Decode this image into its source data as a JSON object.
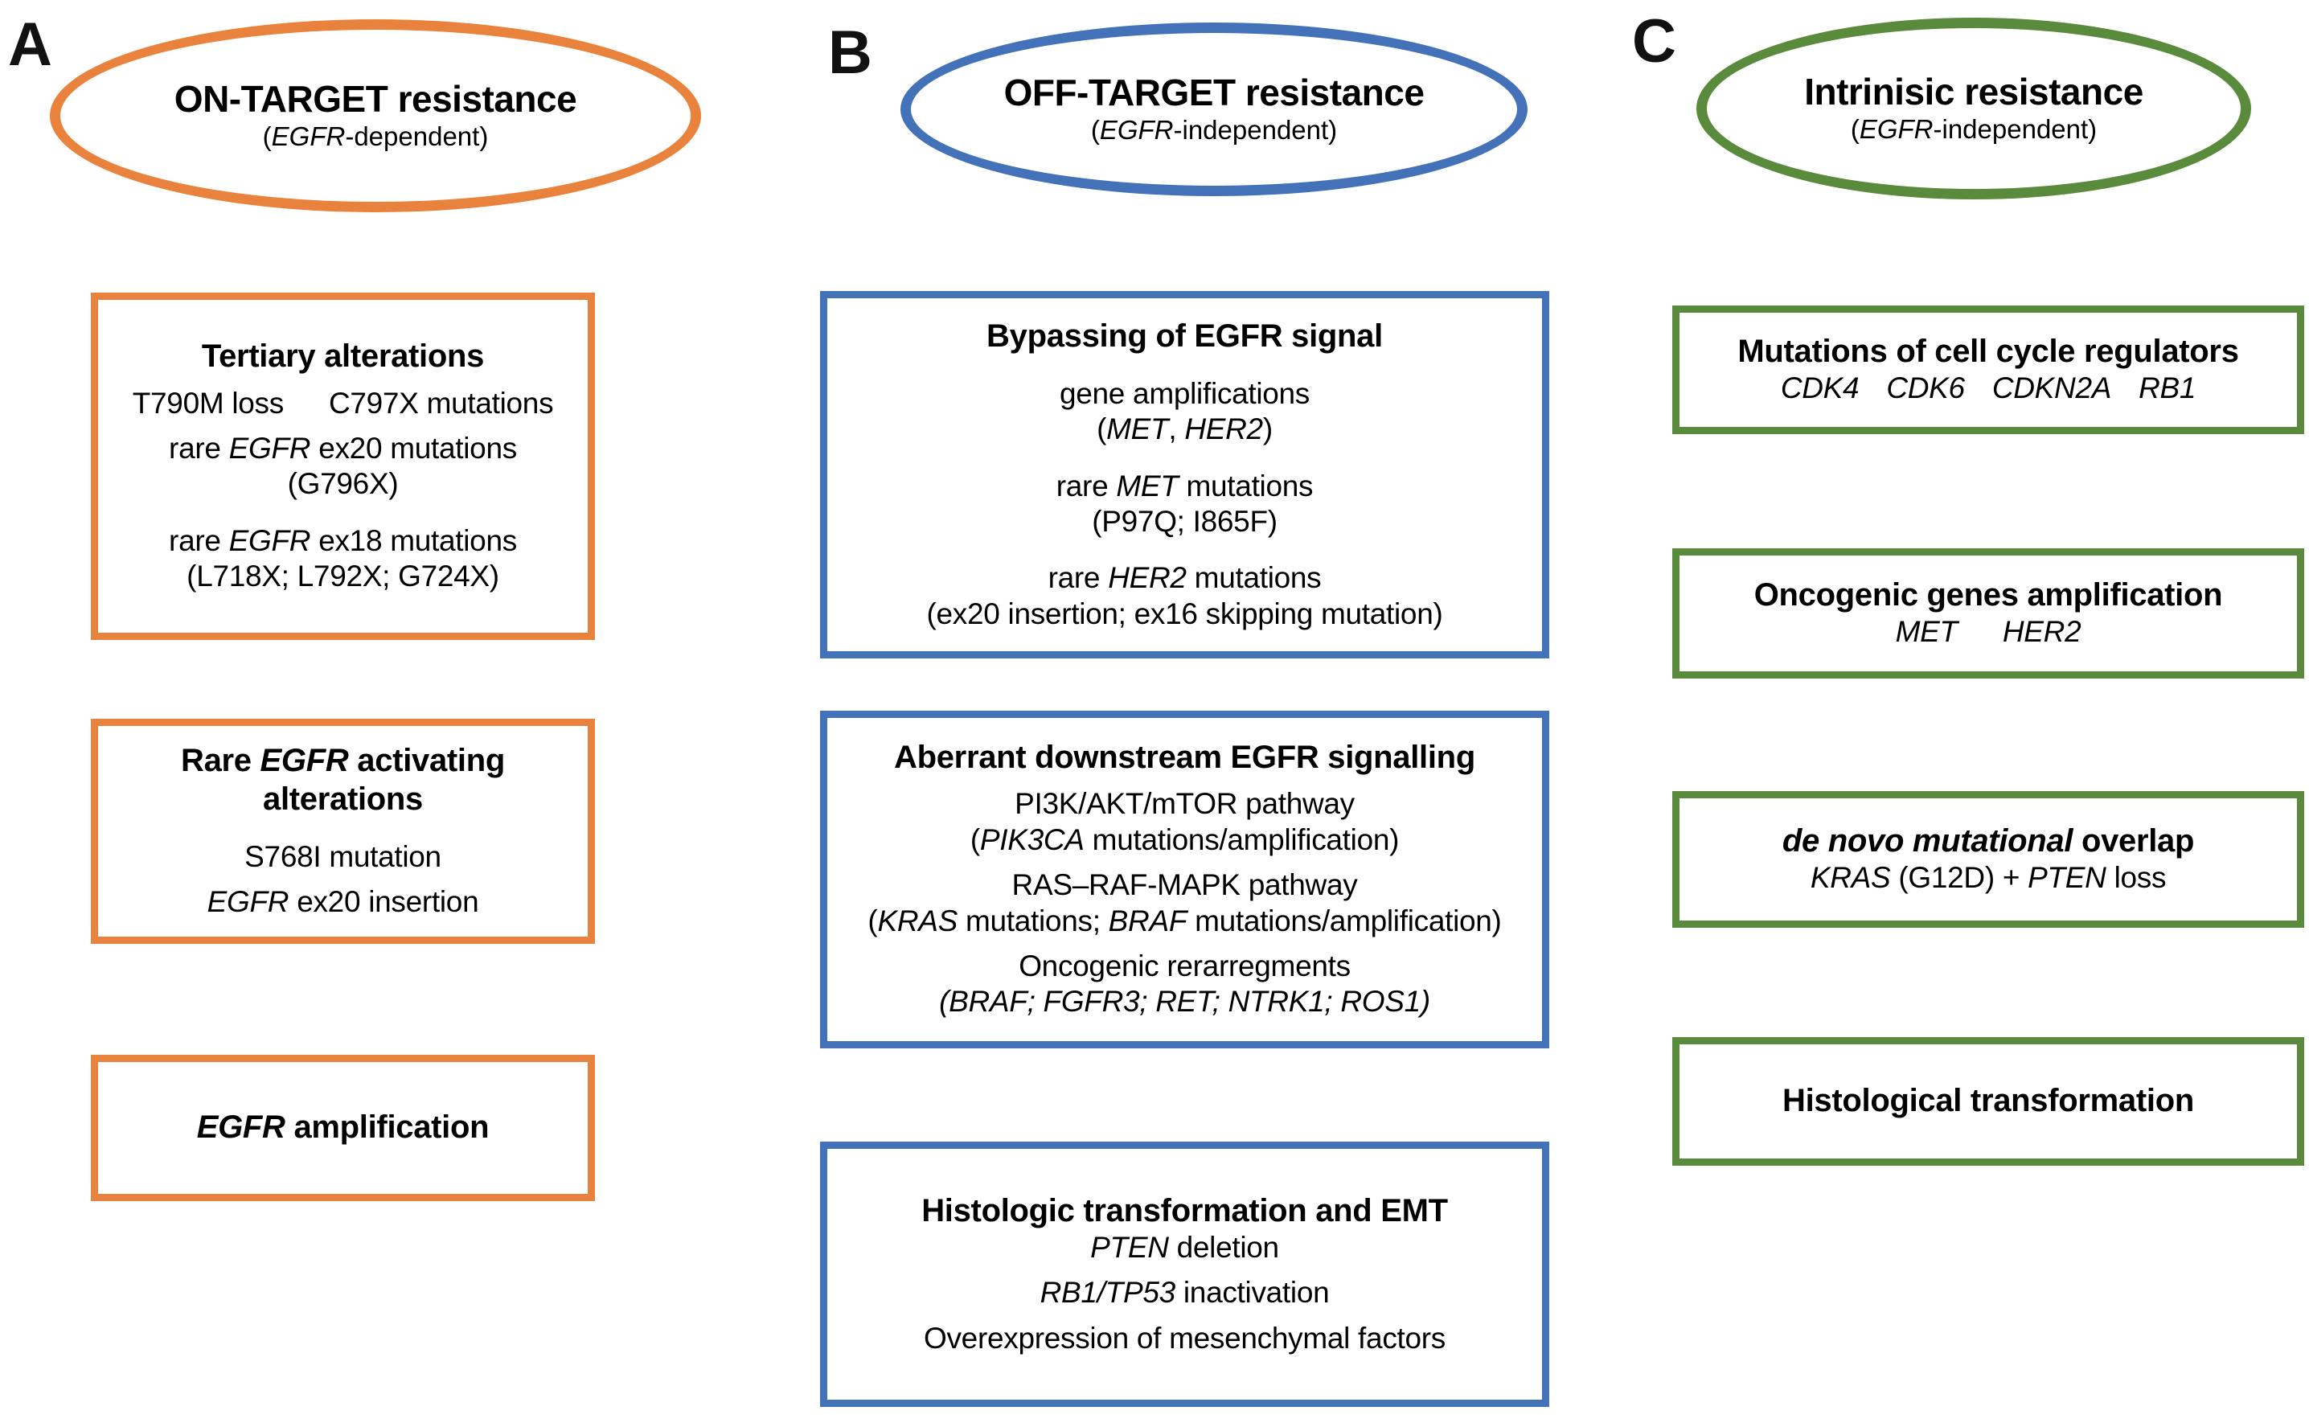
{
  "figure": {
    "type": "diagram",
    "description": "Three-panel schematic of EGFR TKI resistance mechanisms",
    "colors": {
      "panel_a_accent": "#E8823C",
      "panel_b_accent": "#4472B8",
      "panel_c_accent": "#5A8A3C",
      "text": "#000000",
      "background": "#FFFFFF"
    }
  },
  "panels": [
    {
      "letter": "A",
      "accent": "#E8823C",
      "header": {
        "title": "ON-TARGET resistance",
        "subtitle_gene": "EGFR",
        "subtitle_rest": "-dependent)",
        "subtitle_open": "("
      },
      "boxes": [
        {
          "title": "Tertiary alterations",
          "lines": [
            {
              "a": "T790M loss",
              "b": "C797X mutations",
              "style": "two-col"
            },
            {
              "pre": "rare ",
              "gene": "EGFR",
              "post": " ex20 mutations",
              "style": "gene-mid"
            },
            {
              "text": "(G796X)",
              "style": "plain"
            },
            {
              "pre": "rare ",
              "gene": "EGFR",
              "post": " ex18 mutations",
              "style": "gene-mid"
            },
            {
              "text": "(L718X; L792X; G724X)",
              "style": "plain"
            }
          ]
        },
        {
          "title_pre": "Rare ",
          "title_gene": "EGFR",
          "title_post": " activating",
          "title_line2": "alterations",
          "lines": [
            {
              "text": "S768I mutation",
              "style": "plain"
            },
            {
              "gene": "EGFR",
              "post": " ex20 insertion",
              "style": "gene-start"
            }
          ]
        },
        {
          "title_gene": "EGFR",
          "title_post": " amplification",
          "lines": []
        }
      ]
    },
    {
      "letter": "B",
      "accent": "#4472B8",
      "header": {
        "title": "OFF-TARGET resistance",
        "subtitle_gene": "EGFR",
        "subtitle_rest": "-independent)",
        "subtitle_open": "("
      },
      "boxes": [
        {
          "title": "Bypassing of EGFR signal",
          "lines": [
            {
              "text": "gene amplifications",
              "style": "plain"
            },
            {
              "open": "(",
              "gene1": "MET",
              "mid": ", ",
              "gene2": "HER2",
              "close": ")",
              "style": "two-gene-paren"
            },
            {
              "pre": "rare ",
              "gene": "MET",
              "post": " mutations",
              "style": "gene-mid"
            },
            {
              "text": "(P97Q; I865F)",
              "style": "plain"
            },
            {
              "pre": "rare ",
              "gene": "HER2",
              "post": " mutations",
              "style": "gene-mid"
            },
            {
              "text": "(ex20 insertion; ex16 skipping mutation)",
              "style": "plain"
            }
          ]
        },
        {
          "title": "Aberrant downstream EGFR signalling",
          "lines": [
            {
              "text": "PI3K/AKT/mTOR pathway",
              "style": "plain"
            },
            {
              "open": "(",
              "gene": "PIK3CA",
              "post": " mutations/amplification)",
              "style": "gene-paren"
            },
            {
              "text": "RAS–RAF-MAPK pathway",
              "style": "plain"
            },
            {
              "open": "(",
              "gene1": "KRAS",
              "mid": " mutations; ",
              "gene2": "BRAF",
              "close": " mutations/amplification)",
              "style": "two-gene-sentence"
            },
            {
              "text": "Oncogenic rerarregments",
              "style": "plain"
            },
            {
              "text": "(BRAF; FGFR3; RET; NTRK1; ROS1)",
              "style": "all-italic"
            }
          ]
        },
        {
          "title": "Histologic transformation and EMT",
          "lines": [
            {
              "gene": "PTEN",
              "post": " deletion",
              "style": "gene-start"
            },
            {
              "gene": "RB1/TP53",
              "post": " inactivation",
              "style": "gene-start"
            },
            {
              "text": "Overexpression of mesenchymal factors",
              "style": "plain"
            }
          ]
        }
      ]
    },
    {
      "letter": "C",
      "accent": "#5A8A3C",
      "header": {
        "title": "Intrinisic resistance",
        "subtitle_gene": "EGFR",
        "subtitle_rest": "-independent)",
        "subtitle_open": "("
      },
      "boxes": [
        {
          "title": "Mutations of cell cycle regulators",
          "lines": [
            {
              "genes": [
                "CDK4",
                "CDK6",
                "CDKN2A",
                "RB1"
              ],
              "style": "gene-row"
            }
          ]
        },
        {
          "title": "Oncogenic genes amplification",
          "lines": [
            {
              "genes": [
                "MET",
                "HER2"
              ],
              "style": "gene-row-wide"
            }
          ]
        },
        {
          "title_italic": "de novo mutational",
          "title_post": " overlap",
          "lines": [
            {
              "gene1": "KRAS",
              "mid": " (G12D) + ",
              "gene2": "PTEN",
              "close": " loss",
              "style": "two-gene-sentence-noparen"
            }
          ]
        },
        {
          "title": "Histological transformation",
          "lines": []
        }
      ]
    }
  ]
}
